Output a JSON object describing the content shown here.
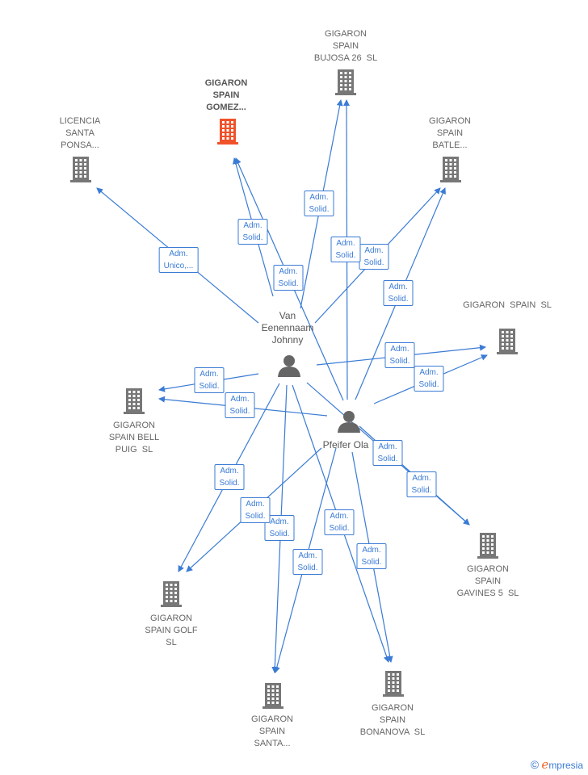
{
  "colors": {
    "edge": "#3a7bd5",
    "company": "#777777",
    "company_highlight": "#f0522a",
    "person": "#666666"
  },
  "persons": [
    {
      "id": "johnny",
      "label": "Van\nEenennaam\nJohnny"
    },
    {
      "id": "ola",
      "label": "Pfeifer Ola"
    }
  ],
  "companies": [
    {
      "id": "bujosa",
      "label": "GIGARON\nSPAIN\nBUJOSA 26  SL",
      "highlight": false
    },
    {
      "id": "gomez",
      "label": "GIGARON\nSPAIN\nGOMEZ...",
      "highlight": true
    },
    {
      "id": "licencia",
      "label": "LICENCIA\nSANTA\nPONSA...",
      "highlight": false
    },
    {
      "id": "batle",
      "label": "GIGARON\nSPAIN\nBATLE...",
      "highlight": false
    },
    {
      "id": "spainsl",
      "label": "GIGARON  SPAIN  SL",
      "highlight": false
    },
    {
      "id": "bell",
      "label": "GIGARON\nSPAIN BELL\nPUIG  SL",
      "highlight": false
    },
    {
      "id": "gavines",
      "label": "GIGARON\nSPAIN\nGAVINES 5  SL",
      "highlight": false
    },
    {
      "id": "golf",
      "label": "GIGARON\nSPAIN GOLF\nSL",
      "highlight": false
    },
    {
      "id": "santa",
      "label": "GIGARON\nSPAIN\nSANTA...",
      "highlight": false
    },
    {
      "id": "bonanova",
      "label": "GIGARON\nSPAIN\nBONANOVA  SL",
      "highlight": false
    }
  ],
  "edges": [
    {
      "from": "johnny",
      "to": "licencia",
      "label": "Adm.\nUnico,..."
    },
    {
      "from": "johnny",
      "to": "gomez",
      "label": "Adm.\nSolid."
    },
    {
      "from": "johnny",
      "to": "bujosa",
      "label": "Adm.\nSolid."
    },
    {
      "from": "johnny",
      "to": "batle",
      "label": "Adm.\nSolid."
    },
    {
      "from": "johnny",
      "to": "spainsl",
      "label": "Adm.\nSolid."
    },
    {
      "from": "johnny",
      "to": "bell",
      "label": "Adm.\nSolid."
    },
    {
      "from": "johnny",
      "to": "golf",
      "label": "Adm.\nSolid."
    },
    {
      "from": "johnny",
      "to": "santa",
      "label": "Adm.\nSolid."
    },
    {
      "from": "johnny",
      "to": "bonanova",
      "label": "Adm.\nSolid."
    },
    {
      "from": "johnny",
      "to": "gavines",
      "label": "Adm.\nSolid."
    },
    {
      "from": "ola",
      "to": "gomez",
      "label": "Adm.\nSolid."
    },
    {
      "from": "ola",
      "to": "bujosa",
      "label": "Adm.\nSolid."
    },
    {
      "from": "ola",
      "to": "batle",
      "label": "Adm.\nSolid."
    },
    {
      "from": "ola",
      "to": "spainsl",
      "label": "Adm.\nSolid."
    },
    {
      "from": "ola",
      "to": "bell",
      "label": "Adm.\nSolid."
    },
    {
      "from": "ola",
      "to": "golf",
      "label": "Adm.\nSolid."
    },
    {
      "from": "ola",
      "to": "santa",
      "label": "Adm.\nSolid."
    },
    {
      "from": "ola",
      "to": "bonanova",
      "label": "Adm.\nSolid."
    },
    {
      "from": "ola",
      "to": "gavines",
      "label": "Adm.\nSolid."
    }
  ],
  "footer": {
    "copyright_symbol": "©",
    "brand_initial": "e",
    "brand_rest": "mpresia"
  }
}
